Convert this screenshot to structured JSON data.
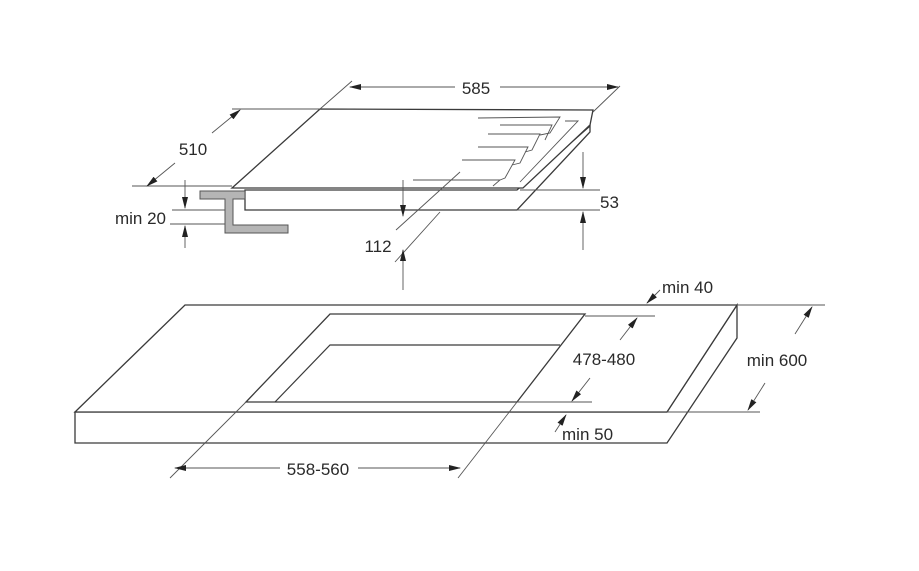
{
  "diagram": {
    "title": "Hob installation dimensions",
    "hob": {
      "width_label": "585",
      "depth_label": "510",
      "height_label": "53",
      "clearance_label": "112",
      "min_gap_label": "min 20"
    },
    "countertop": {
      "min_back_label": "min 40",
      "cutout_depth_label": "478-480",
      "min_depth_label": "min 600",
      "min_front_label": "min 50",
      "cutout_width_label": "558-560"
    },
    "colors": {
      "line": "#3a3a3a",
      "bracket": "#b5b5b5"
    }
  }
}
